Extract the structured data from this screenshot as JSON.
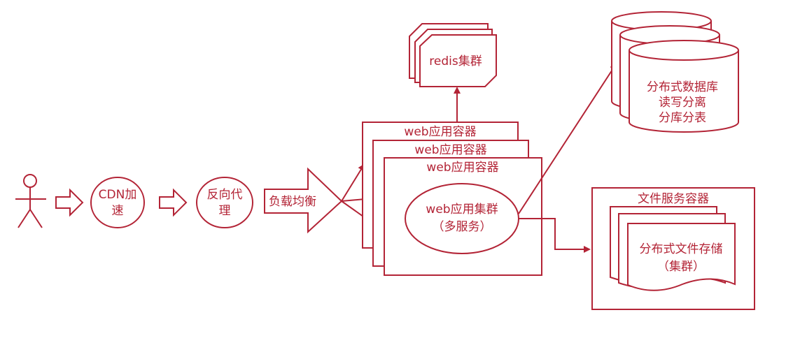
{
  "colors": {
    "primary": "#b32436",
    "background": "#ffffff"
  },
  "nodes": {
    "cdn": {
      "line1": "CDN加",
      "line2": "速"
    },
    "reverse_proxy": {
      "line1": "反向代",
      "line2": "理"
    },
    "load_balancer": {
      "label": "负载均衡"
    },
    "web_container_1": {
      "label": "web应用容器"
    },
    "web_container_2": {
      "label": "web应用容器"
    },
    "web_container_3": {
      "label": "web应用容器"
    },
    "web_cluster": {
      "line1": "web应用集群",
      "line2": "（多服务）"
    },
    "redis": {
      "label": "redis集群"
    },
    "database": {
      "line1": "分布式数据库",
      "line2": "读写分离",
      "line3": "分库分表"
    },
    "file_service": {
      "title": "文件服务容器",
      "line1": "分布式文件存储",
      "line2": "（集群）"
    }
  }
}
